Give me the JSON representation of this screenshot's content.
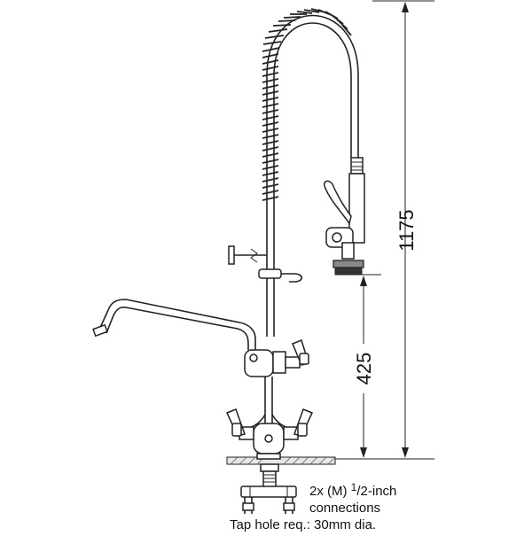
{
  "dimensions": {
    "overall_height": "1175",
    "spout_height": "425"
  },
  "notes": {
    "connections_line1_prefix": "2x (M) ",
    "connections_fraction_num": "1",
    "connections_fraction_rest": "/2-inch",
    "connections_line2": "connections",
    "tap_hole": "Tap hole req.: 30mm dia."
  }
}
